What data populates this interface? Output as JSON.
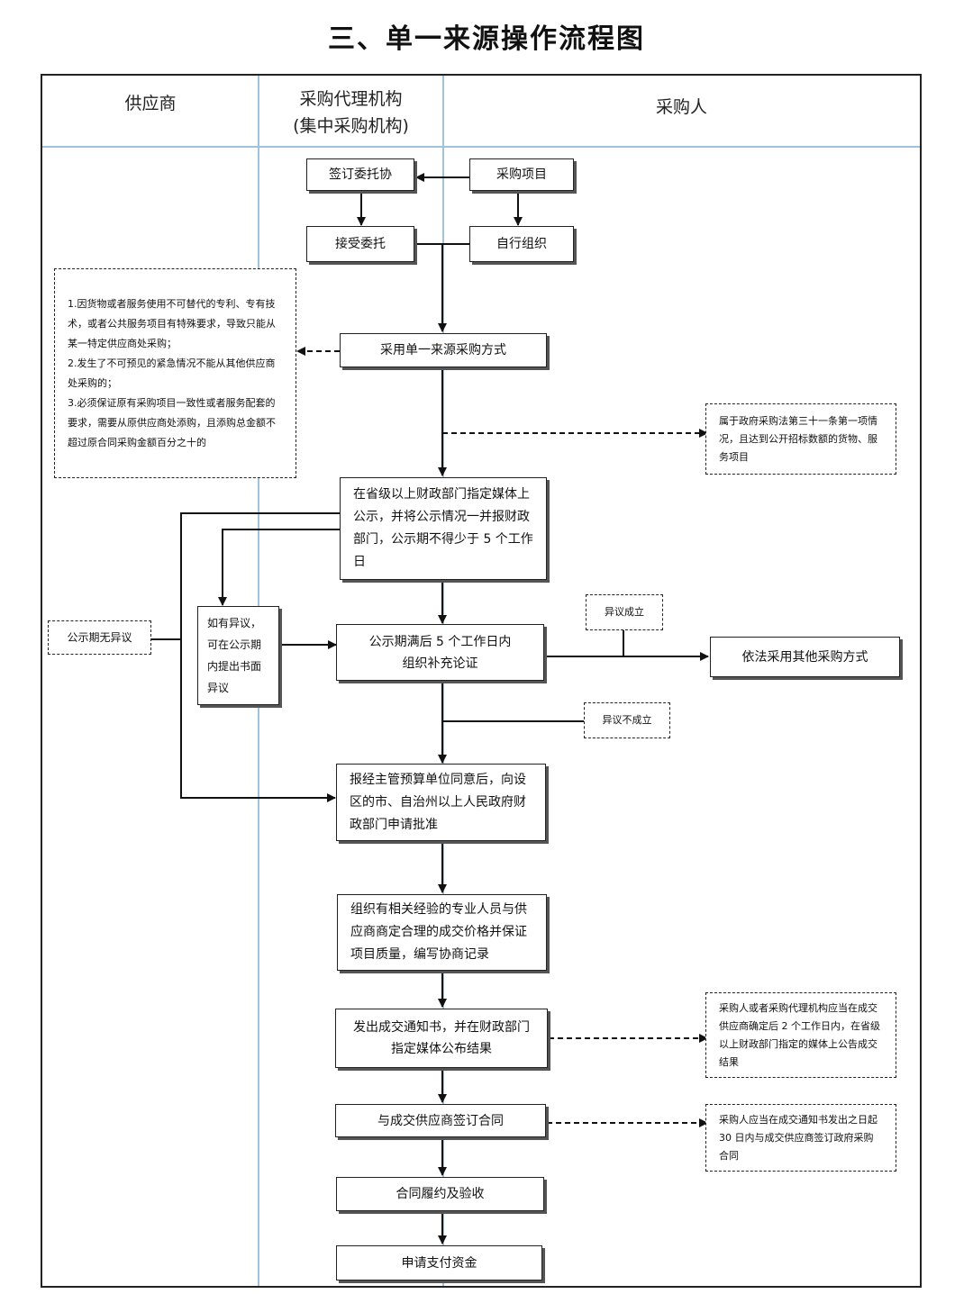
{
  "title": "三、单一来源操作流程图",
  "lanes": {
    "supplier": "供应商",
    "agency_line1": "采购代理机构",
    "agency_line2": "(集中采购机构)",
    "purchaser": "采购人"
  },
  "steps": {
    "sign_entrust": "签订委托协",
    "purchase_project": "采购项目",
    "accept_entrust": "接受委托",
    "self_organize": "自行组织",
    "adopt_single_source": "采用单一来源采购方式",
    "publicize": "在省级以上财政部门指定媒体上公示，并将公示情况一并报财政部门，公示期不得少于 5 个工作日",
    "objection": "如有异议，可在公示期内提出书面异议",
    "supplement_demonstration": "公示期满后 5 个工作日内组织补充论证",
    "other_method": "依法采用其他采购方式",
    "apply_approval": "报经主管预算单位同意后，向设区的市、自治州以上人民政府财政部门申请批准",
    "negotiate": "组织有相关经验的专业人员与供应商商定合理的成交价格并保证项目质量，编写协商记录",
    "issue_notice": "发出成交通知书，并在财政部门指定媒体公布结果",
    "sign_contract": "与成交供应商签订合同",
    "perform_accept": "合同履约及验收",
    "apply_payment": "申请支付资金"
  },
  "notes": {
    "conditions": [
      "1.因货物或者服务使用不可替代的专利、专有技术，或者公共服务项目有特殊要求，导致只能从某一特定供应商处采购；",
      "2.发生了不可预见的紧急情况不能从其他供应商处采购的；",
      "3.必须保证原有采购项目一致性或者服务配套的要求，需要从原供应商处添购，且添购总金额不超过原合同采购金额百分之十的"
    ],
    "law_article": "属于政府采购法第三十一条第一项情况，且达到公开招标数额的货物、服务项目",
    "no_objection": "公示期无异议",
    "objection_valid": "异议成立",
    "objection_invalid": "异议不成立",
    "announce_result": "采购人或者采购代理机构应当在成交供应商确定后 2 个工作日内，在省级以上财政部门指定的媒体上公告成交结果",
    "contract_deadline": "采购人应当在成交通知书发出之日起 30 日内与成交供应商签订政府采购合同"
  }
}
